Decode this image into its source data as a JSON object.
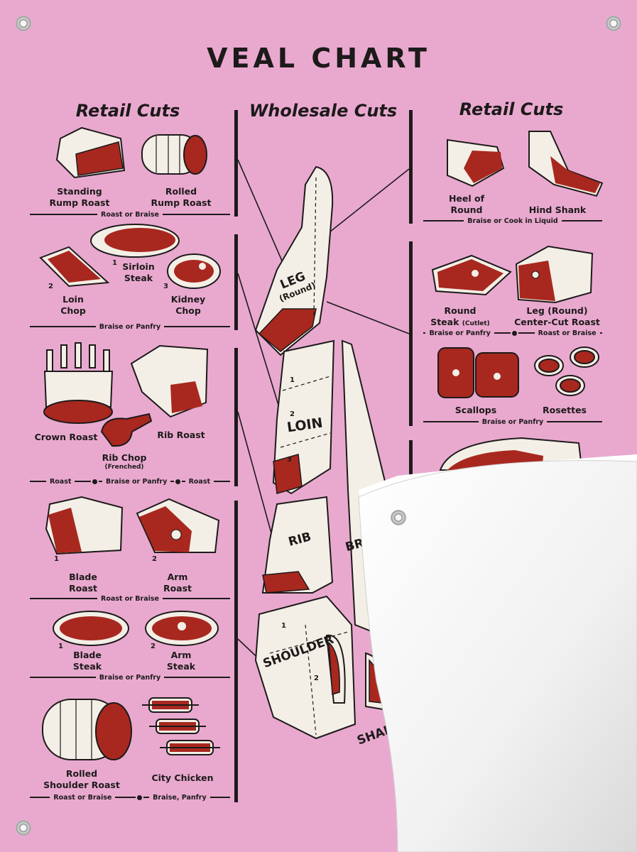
{
  "title": "VEAL CHART",
  "headers": {
    "left": "Retail Cuts",
    "center": "Wholesale Cuts",
    "right": "Retail Cuts"
  },
  "left_cuts": {
    "standing_rump_roast": "Standing\nRump Roast",
    "rolled_rump_roast": "Rolled\nRump Roast",
    "rump_method": "Roast or Braise",
    "sirloin_steak": "Sirloin\nSteak",
    "loin_chop": "Loin\nChop",
    "kidney_chop": "Kidney\nChop",
    "loin_method": "Braise or Panfry",
    "crown_roast": "Crown Roast",
    "rib_roast": "Rib Roast",
    "rib_chop": "Rib Chop",
    "rib_chop_sub": "(Frenched)",
    "rib_method_1": "Roast",
    "rib_method_2": "Braise or Panfry",
    "rib_method_3": "Roast",
    "blade_roast": "Blade\nRoast",
    "arm_roast": "Arm\nRoast",
    "shoulder_roast_method": "Roast or Braise",
    "blade_steak": "Blade\nSteak",
    "arm_steak": "Arm\nSteak",
    "steak_method": "Braise or Panfry",
    "rolled_shoulder_roast": "Rolled\nShoulder Roast",
    "city_chicken": "City Chicken",
    "final_method_1": "Roast or Braise",
    "final_method_2": "Braise, Panfry"
  },
  "numbers": {
    "n1": "1",
    "n2": "2",
    "n3": "3"
  },
  "wholesale": {
    "leg": "LEG",
    "leg_sub": "(Round)",
    "loin": "LOIN",
    "rib": "RIB",
    "breast": "BREA",
    "shoulder": "SHOULDER",
    "shank": "SHAN"
  },
  "right_cuts": {
    "heel_of_round": "Heel of\nRound",
    "hind_shank": "Hind Shank",
    "heel_method": "Braise or Cook in Liquid",
    "round_steak": "Round\nSteak",
    "round_steak_sub": "(Cutlet)",
    "leg_center_cut_roast": "Leg (Round)\nCenter-Cut Roast",
    "round_method_1": "Braise or Panfry",
    "round_method_2": "Roast or Braise",
    "scallops": "Scallops",
    "rosettes": "Rosettes",
    "scallops_method": "Braise or Panfry"
  },
  "colors": {
    "background": "#e9a9cf",
    "ink": "#1d1a1a",
    "fat": "#f3efe6",
    "meat": "#a8281f"
  }
}
